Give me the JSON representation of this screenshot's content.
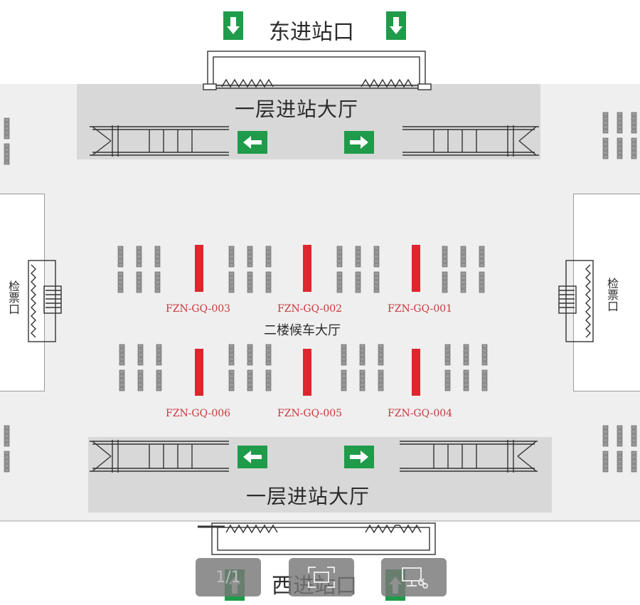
{
  "entrances": {
    "east": "东进站口",
    "west": "西进站口"
  },
  "halls": {
    "top": "一层进站大厅",
    "bottom": "一层进站大厅",
    "center": "二楼候车大厅"
  },
  "ticket_checks": {
    "left": "检票口",
    "right": "检票口"
  },
  "gates": {
    "row1": [
      "FZN-GQ-003",
      "FZN-GQ-002",
      "FZN-GQ-001"
    ],
    "row2": [
      "FZN-GQ-006",
      "FZN-GQ-005",
      "FZN-GQ-004"
    ]
  },
  "toolbar": {
    "page_indicator": "1/1"
  },
  "colors": {
    "sign_green": "#1f9b4a",
    "gate_red": "#e0252e",
    "gate_text": "#c8373c",
    "floor": "#efefef",
    "band": "#d8d8d8"
  },
  "icons": {
    "down": "arrow-down-icon",
    "up": "arrow-up-icon",
    "left": "arrow-left-icon",
    "right": "arrow-right-icon",
    "fit": "fit-screen-icon",
    "cut": "cut-screen-icon"
  }
}
